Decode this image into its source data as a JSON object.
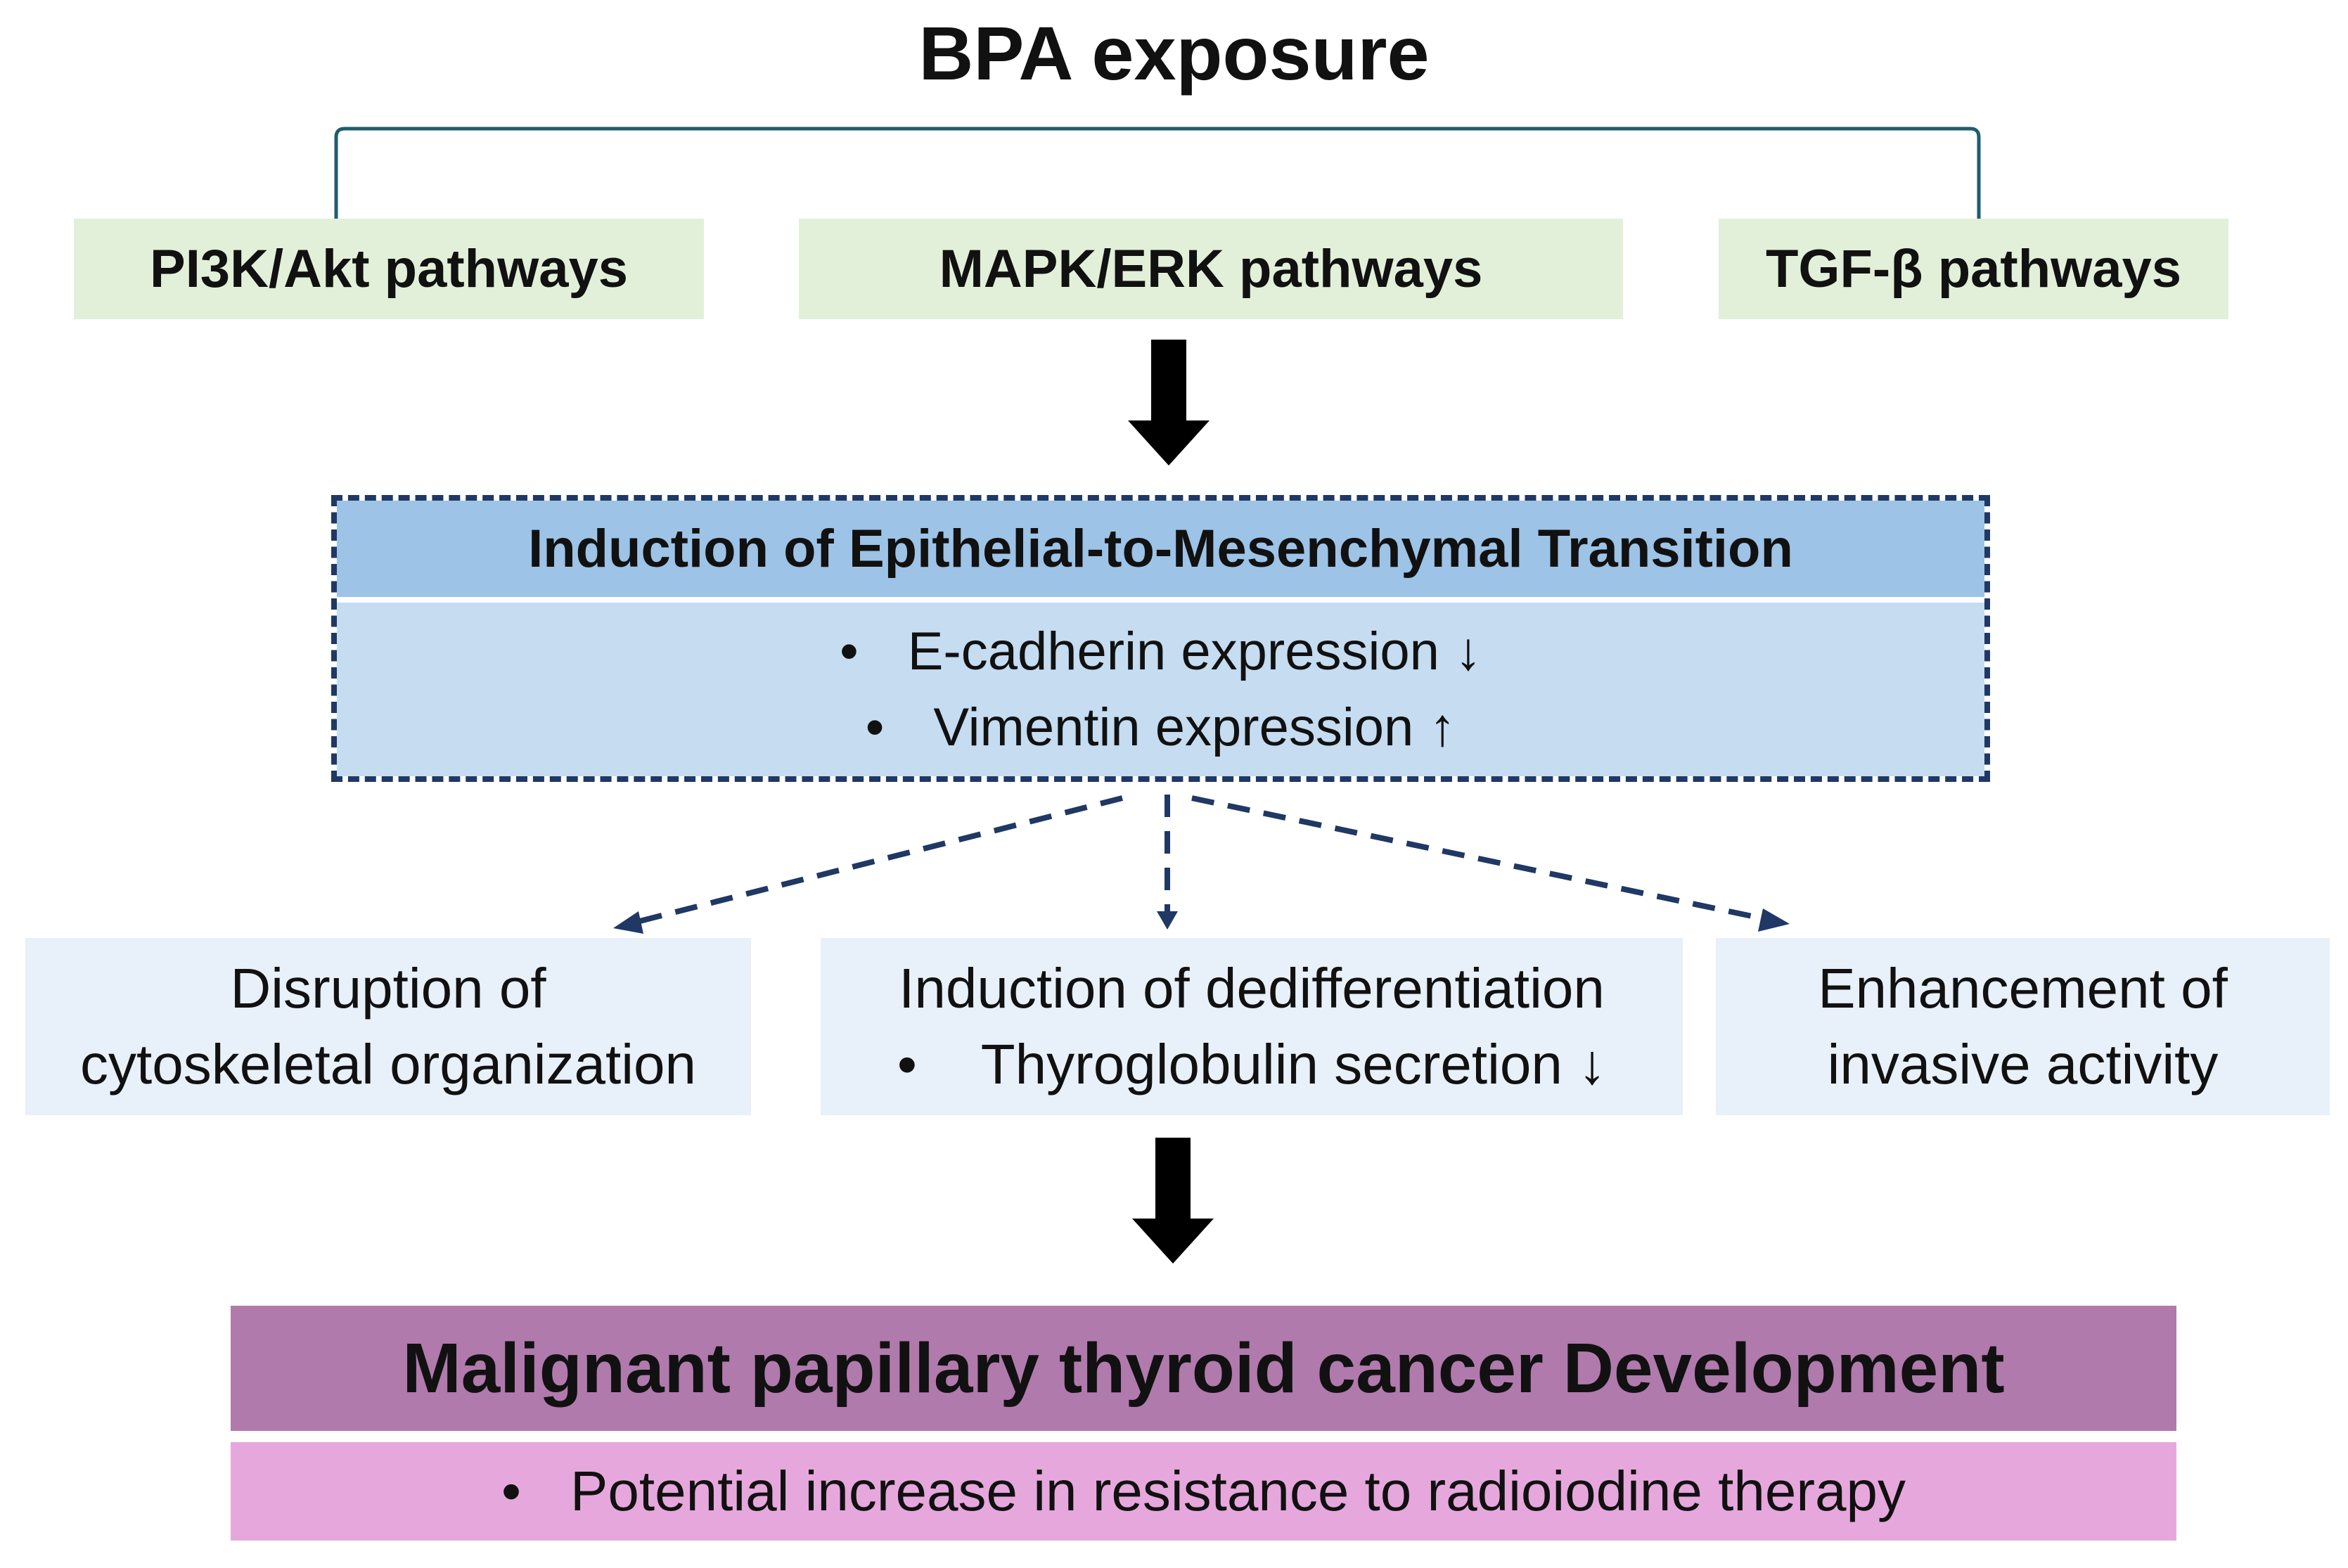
{
  "title": "BPA exposure",
  "pathways": [
    {
      "label": "PI3K/Akt pathways"
    },
    {
      "label": "MAPK/ERK pathways"
    },
    {
      "label": "TGF-β pathways"
    }
  ],
  "emt": {
    "heading": "Induction of Epithelial-to-Mesenchymal Transition",
    "bullets": [
      {
        "text": "E-cadherin expression",
        "arrow": "↓"
      },
      {
        "text": "Vimentin expression",
        "arrow": "↑"
      }
    ]
  },
  "outcomes": [
    {
      "lines": [
        "Disruption of",
        "cytoskeletal organization"
      ]
    },
    {
      "heading": "Induction of dedifferentiation",
      "bullet": "Thyroglobulin secretion ↓"
    },
    {
      "lines": [
        "Enhancement of",
        "invasive activity"
      ]
    }
  ],
  "result": {
    "heading": "Malignant papillary thyroid cancer Development",
    "bullet": "Potential increase in resistance to radioiodine therapy"
  },
  "bullet_glyph": "•",
  "colors": {
    "pathway_fill": "#e2f0d9",
    "emt_header": "#9dc3e6",
    "emt_body": "#c5dcf1",
    "emt_border": "#1f3864",
    "outcome_fill": "#e8f0f9",
    "result_header": "#b07aac",
    "result_body": "#e6a8dc"
  }
}
